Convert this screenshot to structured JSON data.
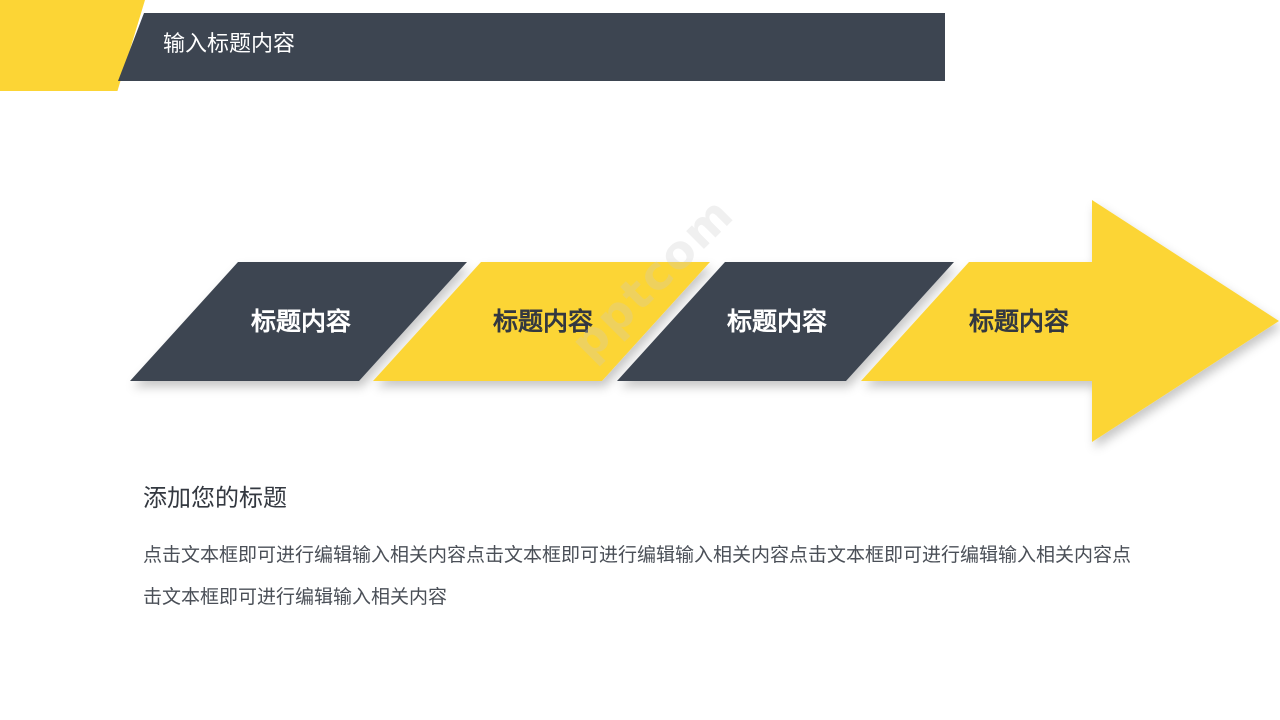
{
  "header": {
    "title": "输入标题内容"
  },
  "process": {
    "steps": [
      {
        "label": "标题内容",
        "color": "#3D4551",
        "text_color": "#FFFFFF"
      },
      {
        "label": "标题内容",
        "color": "#FCD535",
        "text_color": "#333840"
      },
      {
        "label": "标题内容",
        "color": "#3D4551",
        "text_color": "#FFFFFF"
      },
      {
        "label": "标题内容",
        "color": "#FCD535",
        "text_color": "#333840"
      }
    ],
    "shape": "arrow"
  },
  "section": {
    "title": "添加您的标题",
    "body": "点击文本框即可进行编辑输入相关内容点击文本框即可进行编辑输入相关内容点击文本框即可进行编辑输入相关内容点击文本框即可进行编辑输入相关内容"
  },
  "colors": {
    "dark": "#3D4551",
    "accent": "#FCD535",
    "background": "#FFFFFF"
  }
}
